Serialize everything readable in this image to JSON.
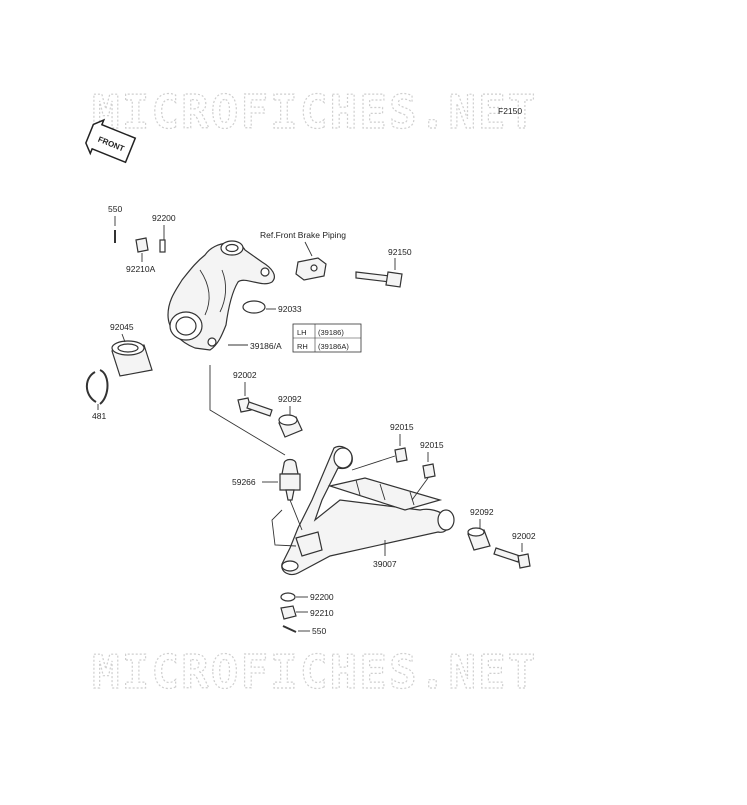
{
  "diagram": {
    "figure_code": "F2150",
    "front_marker": "FRONT",
    "watermark": "MICROFICHES.NET",
    "reference_note": "Ref.Front Brake Piping",
    "callouts": {
      "p550_top": "550",
      "p92200_top": "92200",
      "p92210A": "92210A",
      "p92150": "92150",
      "p92033": "92033",
      "p92045": "92045",
      "p39186A": "39186/A",
      "p481": "481",
      "p92002_left": "92002",
      "p92092_left": "92092",
      "p92015_a": "92015",
      "p92015_b": "92015",
      "p59266": "59266",
      "p92092_right": "92092",
      "p92002_right": "92002",
      "p39007": "39007",
      "p92200_bottom": "92200",
      "p92210": "92210",
      "p550_bottom": "550"
    },
    "side_table": {
      "rows": [
        {
          "side": "LH",
          "part": "(39186)"
        },
        {
          "side": "RH",
          "part": "(39186A)"
        }
      ]
    }
  }
}
